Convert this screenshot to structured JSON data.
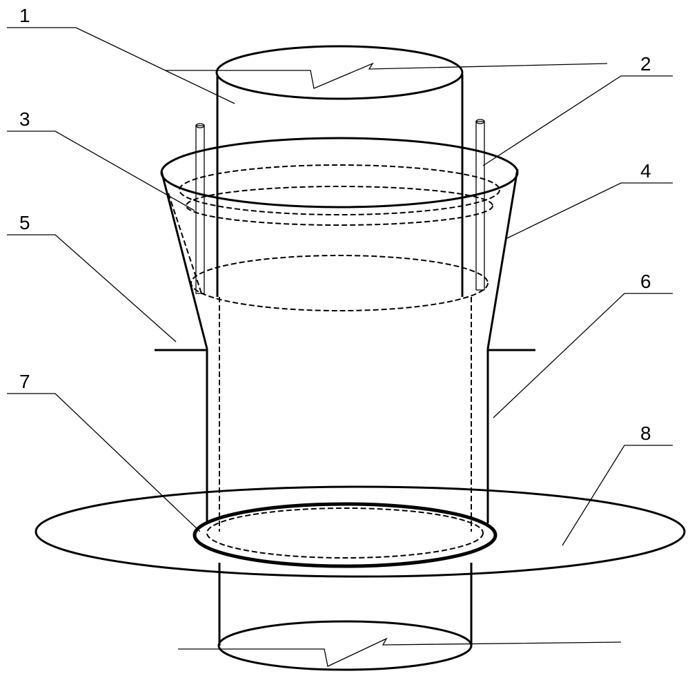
{
  "labels": [
    "1",
    "2",
    "3",
    "4",
    "5",
    "6",
    "7",
    "8"
  ],
  "colors": {
    "line": "#000000",
    "background": "#ffffff"
  }
}
